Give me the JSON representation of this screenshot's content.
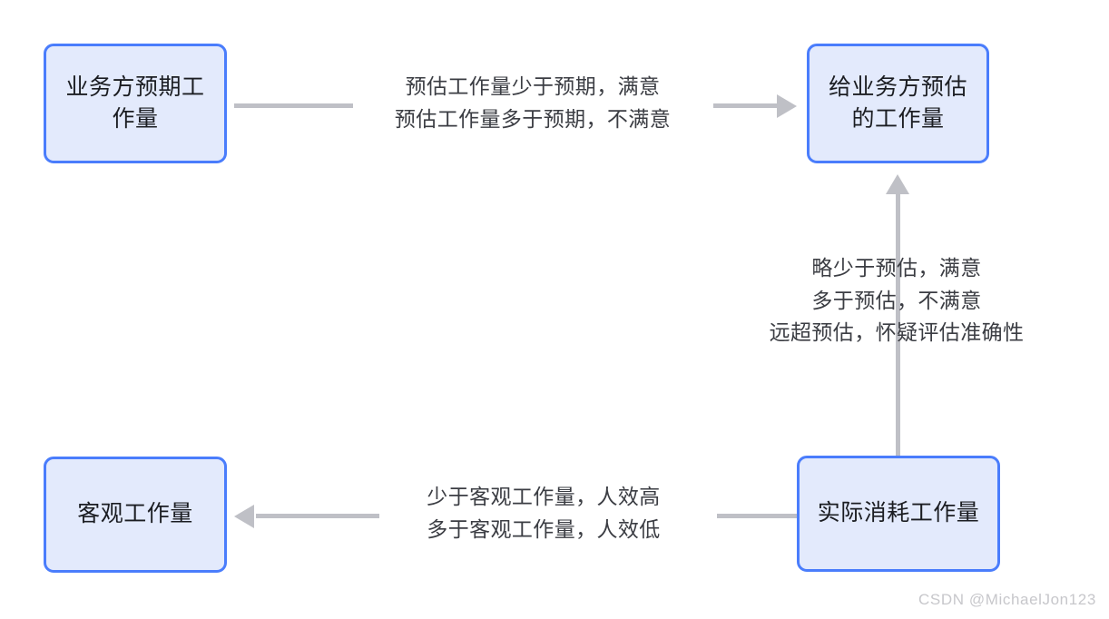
{
  "diagram": {
    "background_color": "#ffffff",
    "node_fill": "#e3eafc",
    "node_border": "#4a7dfc",
    "arrow_color": "#bfc0c6",
    "text_color": "#1b1d22",
    "label_color": "#3b3d43",
    "nodes": [
      {
        "id": "expected",
        "label": "业务方预期工\n作量"
      },
      {
        "id": "estimate",
        "label": "给业务方预估\n的工作量"
      },
      {
        "id": "objective",
        "label": "客观工作量"
      },
      {
        "id": "actual",
        "label": "实际消耗工作量"
      }
    ],
    "edges": [
      {
        "id": "top",
        "from": "expected",
        "to": "estimate",
        "direction": "right",
        "label": "预估工作量少于预期，满意\n预估工作量多于预期，不满意"
      },
      {
        "id": "right",
        "from": "actual",
        "to": "estimate",
        "direction": "up",
        "label": "略少于预估，满意\n多于预估，不满意\n远超预估，怀疑评估准确性"
      },
      {
        "id": "bottom",
        "from": "actual",
        "to": "objective",
        "direction": "left",
        "label": "少于客观工作量，人效高\n多于客观工作量，人效低"
      }
    ]
  },
  "watermark": {
    "text": "CSDN @MichaelJon123"
  }
}
